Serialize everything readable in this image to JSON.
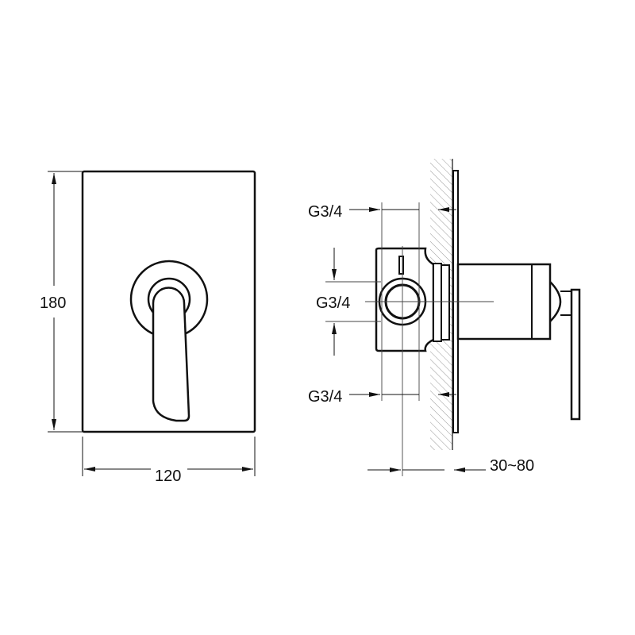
{
  "front_view": {
    "height_label": "180",
    "width_label": "120"
  },
  "side_view": {
    "top_thread_label": "G3/4",
    "middle_thread_label": "G3/4",
    "bottom_thread_label": "G3/4",
    "depth_range_label": "30~80"
  },
  "colors": {
    "line": "#111111",
    "hatch": "#888888"
  }
}
